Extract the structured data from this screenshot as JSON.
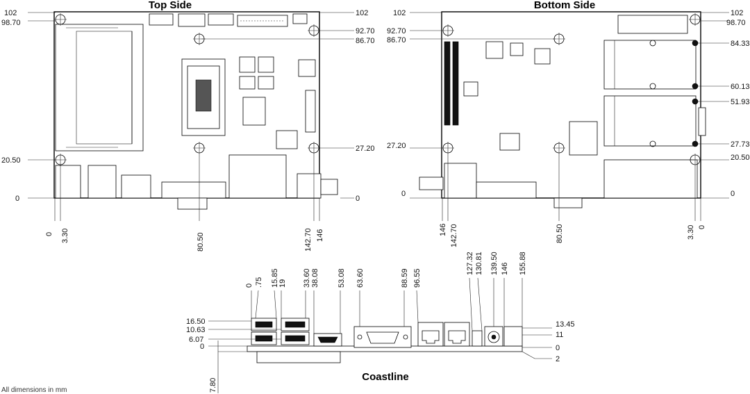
{
  "titles": {
    "top": "Top Side",
    "bottom": "Bottom Side",
    "coastline": "Coastline"
  },
  "note": "All dimensions in mm",
  "top_side": {
    "left_y": [
      "102",
      "98.70",
      "20.50",
      "0"
    ],
    "right_y": [
      "102",
      "92.70",
      "86.70",
      "27.20",
      "0"
    ],
    "bottom_x": [
      "0",
      "3.30",
      "80.50",
      "142.70",
      "146"
    ]
  },
  "bottom_side": {
    "left_y": [
      "102",
      "92.70",
      "86.70",
      "27.20",
      "0"
    ],
    "right_y": [
      "102",
      "98.70",
      "84.33",
      "60.13",
      "51.93",
      "27.73",
      "20.50",
      "0"
    ],
    "bottom_x": [
      "146",
      "142.70",
      "80.50",
      "3.30",
      "0"
    ]
  },
  "coastline": {
    "top_x": [
      "0",
      ".75",
      "15.85",
      "19",
      "33.60",
      "38.08",
      "53.08",
      "63.60",
      "88.59",
      "96.55",
      "127.32",
      "130.81",
      "139.50",
      "146",
      "155.88"
    ],
    "left_y": [
      "16.50",
      "10.63",
      "6.07",
      "0",
      "7.80"
    ],
    "right_y": [
      "13.45",
      "11",
      "0",
      "2"
    ]
  }
}
